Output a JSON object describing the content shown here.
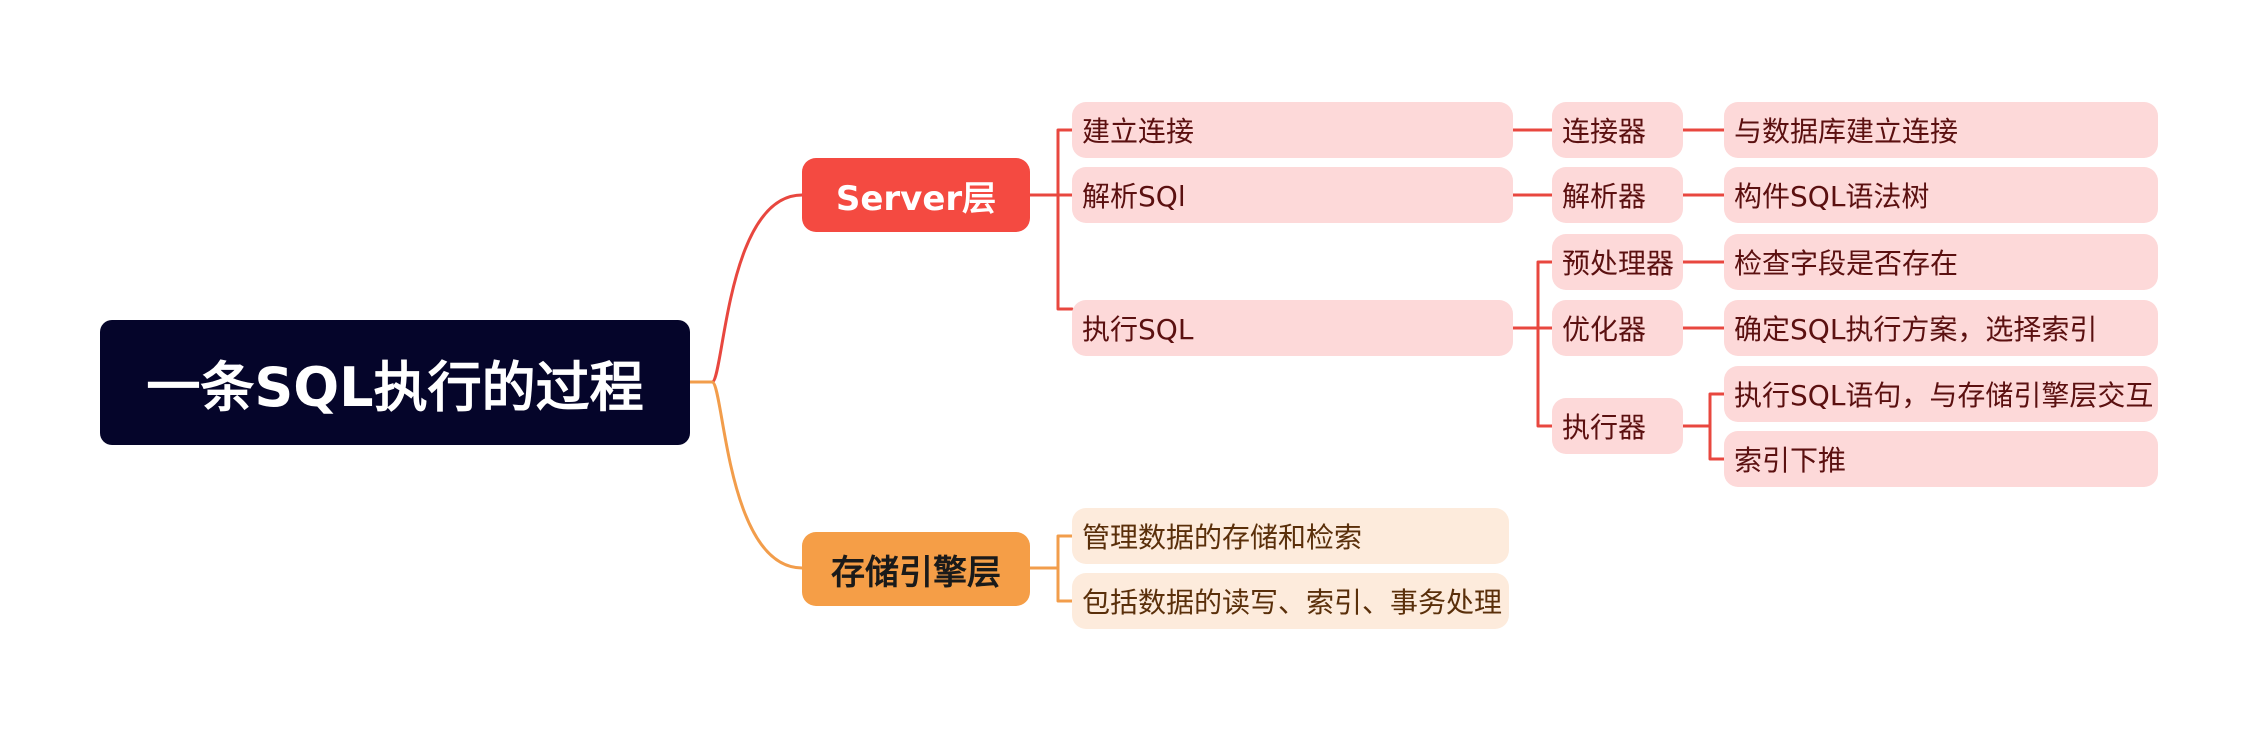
{
  "diagram": {
    "type": "mindmap",
    "root": {
      "label": "一条SQL执行的过程"
    },
    "colors": {
      "root_bg": "#05052a",
      "server_branch": "#f44a41",
      "storage_branch": "#f59e47",
      "server_leaf_bg": "#fdd9d9",
      "storage_leaf_bg": "#fdebdc",
      "server_line": "#e8473f",
      "storage_line": "#f29d4b"
    },
    "server": {
      "label": "Server层",
      "steps": [
        {
          "label": "建立连接",
          "component": "连接器",
          "details": [
            "与数据库建立连接"
          ]
        },
        {
          "label": "解析SQl",
          "component": "解析器",
          "details": [
            "构件SQL语法树"
          ]
        },
        {
          "label": "执行SQL",
          "components": [
            {
              "label": "预处理器",
              "details": [
                "检查字段是否存在"
              ]
            },
            {
              "label": "优化器",
              "details": [
                "确定SQL执行方案，选择索引"
              ]
            },
            {
              "label": "执行器",
              "details": [
                "执行SQL语句，与存储引擎层交互",
                "索引下推"
              ]
            }
          ]
        }
      ]
    },
    "storage": {
      "label": "存储引擎层",
      "items": [
        "管理数据的存储和检索",
        "包括数据的读写、索引、事务处理"
      ]
    }
  }
}
